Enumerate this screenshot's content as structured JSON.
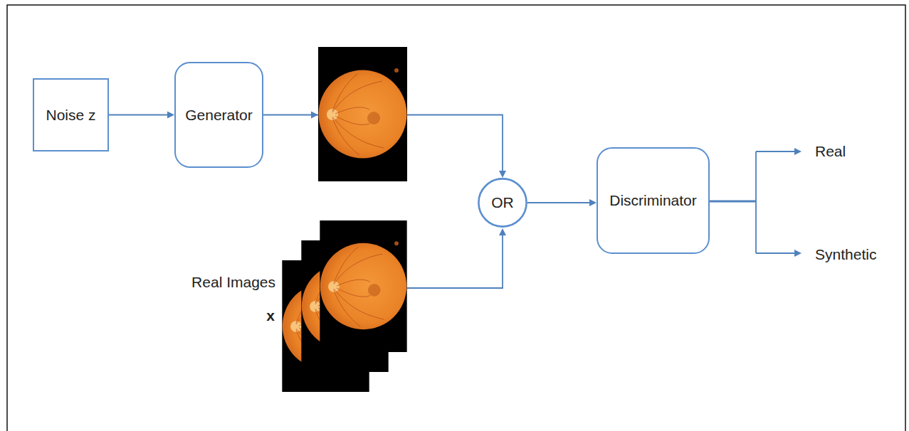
{
  "diagram": {
    "nodes": [
      {
        "text": [
          "Noise z"
        ]
      },
      {
        "text": [
          "Generator"
        ]
      },
      {
        "text": [
          "OR"
        ]
      },
      {
        "text": [
          "Discriminator"
        ]
      }
    ],
    "edges": [
      {
        "from": 0,
        "to": 1,
        "arrow": "to"
      },
      {
        "from": 1,
        "to": 2,
        "arrow": "to"
      },
      {
        "from": 2,
        "to": 3,
        "arrow": "to"
      }
    ],
    "labels": [
      "Real Images",
      "x",
      "Real",
      "Synthetic"
    ]
  }
}
